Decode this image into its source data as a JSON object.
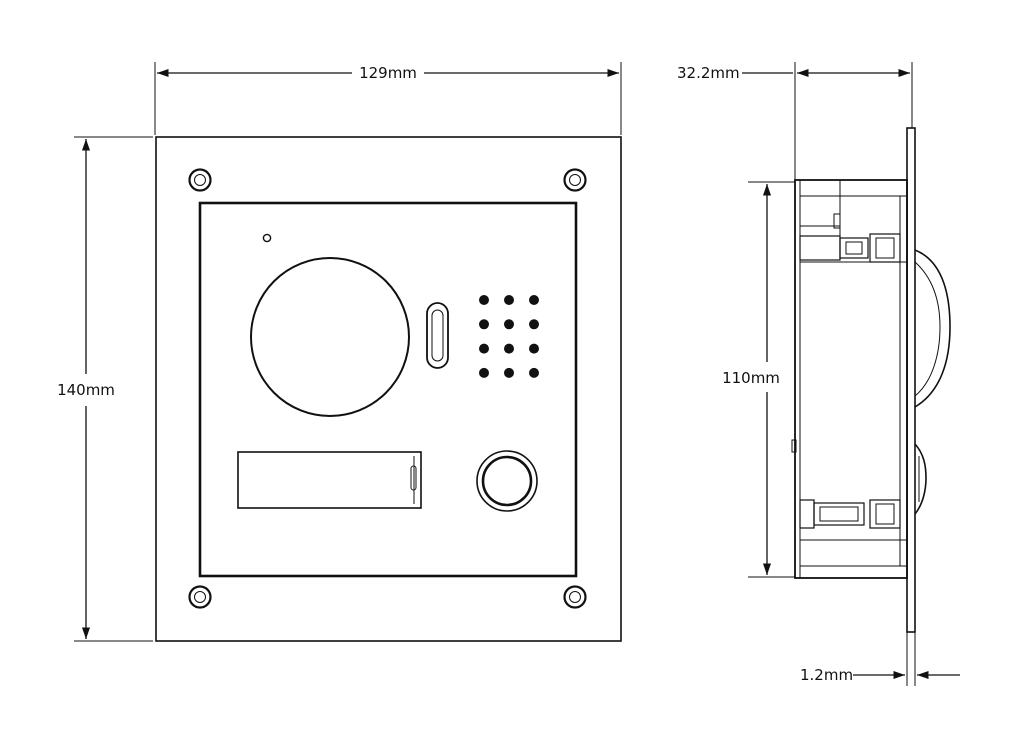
{
  "dimensions": {
    "front_width": "129mm",
    "front_height": "140mm",
    "side_depth": "32.2mm",
    "side_height": "110mm",
    "plate_thickness": "1.2mm"
  },
  "keypad": {
    "rows": 4,
    "cols": 3
  },
  "colors": {
    "line": "#111111",
    "background": "#ffffff"
  }
}
